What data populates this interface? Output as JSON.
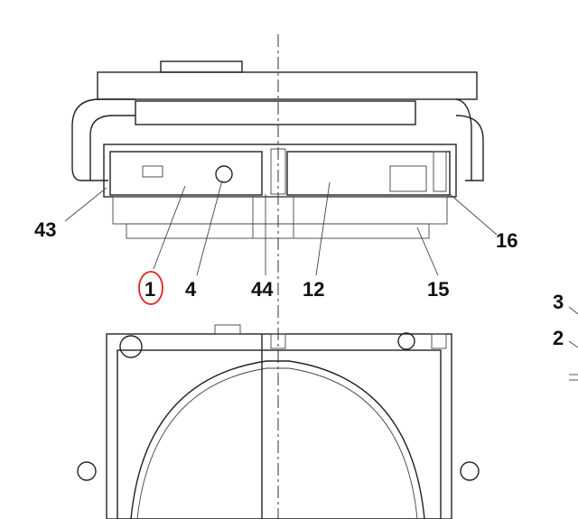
{
  "callouts": {
    "c43": "43",
    "c1": "1",
    "c4": "4",
    "c44": "44",
    "c12": "12",
    "c15": "15",
    "c16": "16",
    "c3": "3",
    "c2": "2"
  },
  "highlight_color": "#e02020"
}
